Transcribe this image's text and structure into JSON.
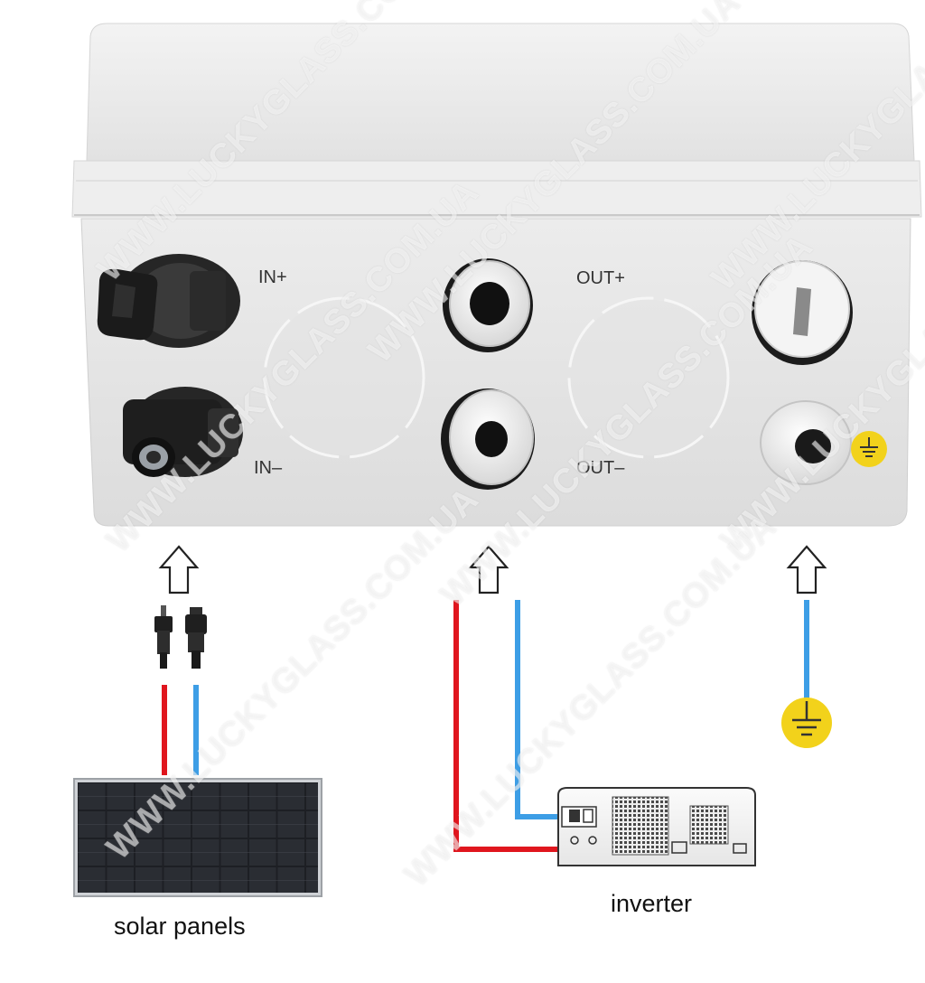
{
  "labels": {
    "in_plus": "IN+",
    "in_minus": "IN–",
    "out_plus": "OUT+",
    "out_minus": "OUT–",
    "solar_panels": "solar panels",
    "inverter": "inverter"
  },
  "watermark": "WWW.LUCKYGLASS.COM.UA",
  "colors": {
    "positive_wire": "#e0161e",
    "negative_wire": "#3d9ee6",
    "ground_symbol": "#f2d21b",
    "enclosure": "#e9e9e9"
  },
  "icons": [
    "mc4-connector-icon",
    "cable-gland-icon",
    "ground-symbol-icon",
    "up-arrow-icon",
    "solar-panel-icon",
    "inverter-icon"
  ]
}
